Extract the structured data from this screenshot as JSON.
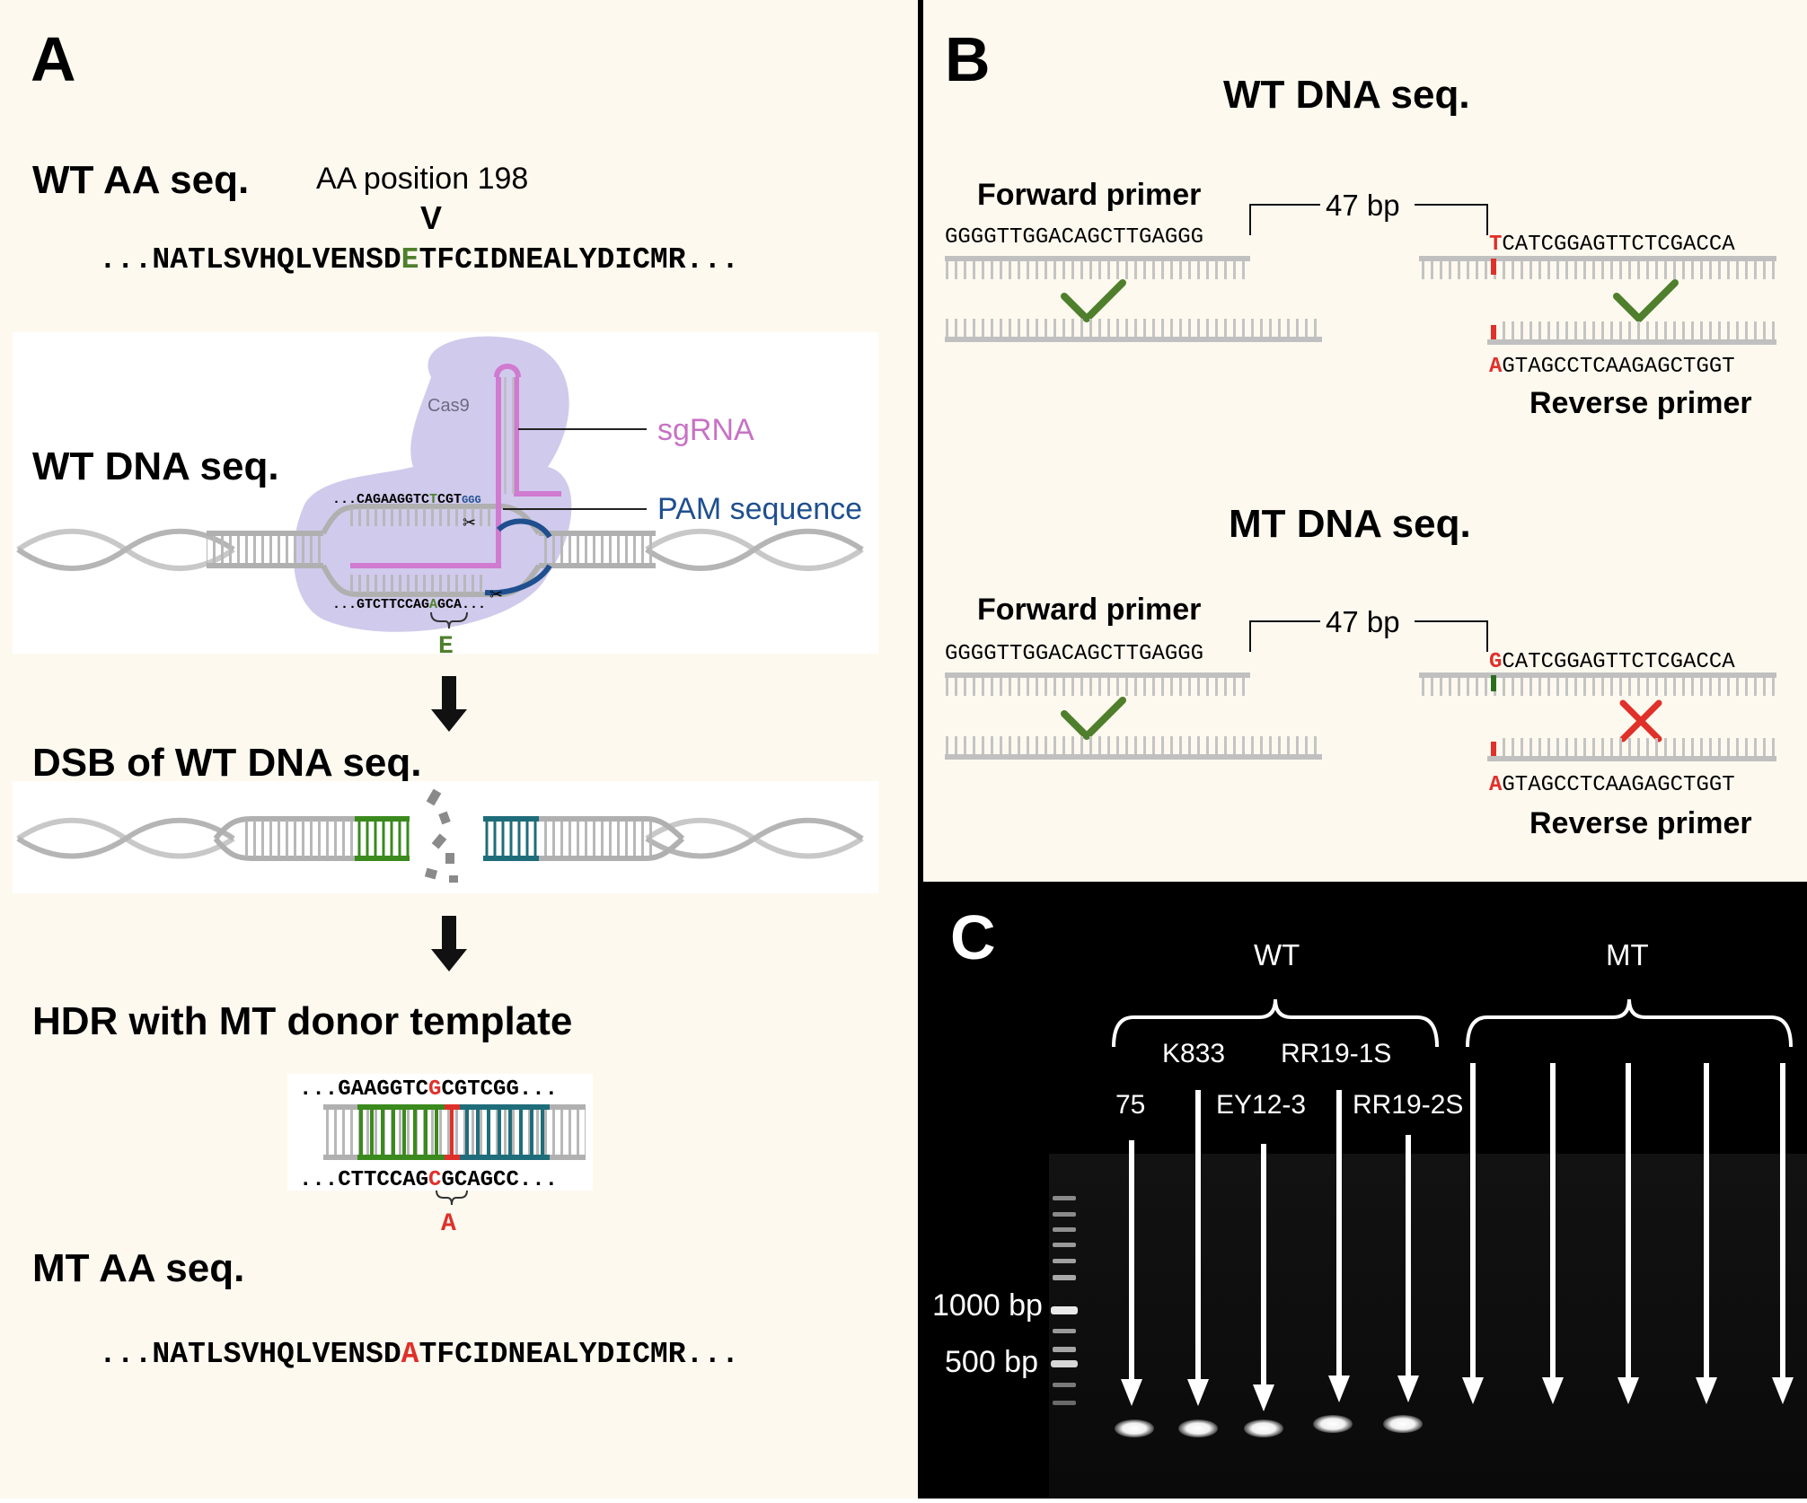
{
  "colors": {
    "panel_bg": "#fdf9ef",
    "green": "#4f7f2c",
    "red": "#e0302a",
    "pink": "#c772c4",
    "blue": "#1f4f8f",
    "teal": "#1f6d7a",
    "cas9": "#c9c1e9",
    "gel_bg": "#000000"
  },
  "panel_a": {
    "letter": "A",
    "wt_aa_title": "WT AA seq.",
    "aa_position": "AA position 198",
    "aa_marker": "V",
    "wt_aa_prefix": "...NATLSVHQLVENSD",
    "wt_aa_mut": "E",
    "wt_aa_suffix": "TFCIDNEALYDICMR...",
    "wt_dna_title": "WT DNA seq.",
    "cas9_label": "Cas9",
    "sgrna_label": "sgRNA",
    "pam_label": "PAM sequence",
    "top_strand_prefix": "...CAGAAGGTC",
    "top_strand_mut": "T",
    "top_strand_suffix": "CGT",
    "top_strand_pam": "GGG",
    "bottom_strand_prefix": "...GTCTTCCAG",
    "bottom_strand_mut": "A",
    "bottom_strand_suffix": "GCA...",
    "codon_aa": "E",
    "dsb_title": "DSB of WT DNA seq.",
    "hdr_title": "HDR with MT donor template",
    "hdr_top_prefix": "...GAAGGTC",
    "hdr_top_mut": "G",
    "hdr_top_suffix": "CGTCGG...",
    "hdr_bottom_prefix": "...CTTCCAG",
    "hdr_bottom_mut": "C",
    "hdr_bottom_suffix": "GCAGCC...",
    "hdr_aa": "A",
    "mt_aa_title": "MT AA seq.",
    "mt_aa_prefix": "...NATLSVHQLVENSD",
    "mt_aa_mut": "A",
    "mt_aa_suffix": "TFCIDNEALYDICMR..."
  },
  "panel_b": {
    "letter": "B",
    "wt": {
      "title": "WT DNA seq.",
      "forward_label": "Forward primer",
      "forward_seq": "GGGGTTGGACAGCTTGAGGG",
      "gap": "47 bp",
      "top_mut": "T",
      "top_seq": "CATCGGAGTTCTCGACCA",
      "bottom_mut": "A",
      "bottom_seq": "GTAGCCTCAAGAGCTGGT",
      "reverse_label": "Reverse primer",
      "forward_result": "check",
      "reverse_result": "check"
    },
    "mt": {
      "title": "MT DNA seq.",
      "forward_label": "Forward primer",
      "forward_seq": "GGGGTTGGACAGCTTGAGGG",
      "gap": "47 bp",
      "top_mut": "G",
      "top_seq": "CATCGGAGTTCTCGACCA",
      "bottom_mut": "A",
      "bottom_seq": "GTAGCCTCAAGAGCTGGT",
      "reverse_label": "Reverse primer",
      "forward_result": "check",
      "reverse_result": "cross"
    }
  },
  "panel_c": {
    "letter": "C",
    "group_wt": "WT",
    "group_mt": "MT",
    "lanes_upper": [
      "K833",
      "RR19-1S"
    ],
    "lanes_lower": [
      "75",
      "EY12-3",
      "RR19-2S"
    ],
    "ladder_labels": [
      "1000 bp",
      "500 bp"
    ]
  }
}
